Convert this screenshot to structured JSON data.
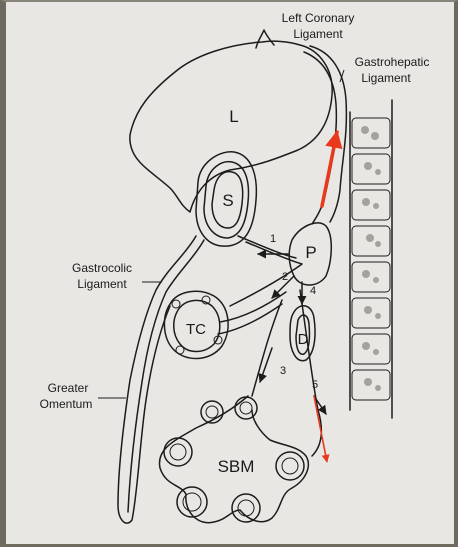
{
  "organs": {
    "liver": "L",
    "stomach": "S",
    "pancreas": "P",
    "transverse_colon": "TC",
    "duodenum": "D",
    "small_bowel_mesentery": "SBM"
  },
  "ligaments": {
    "left_coronary_line1": "Left Coronary",
    "left_coronary_line2": "Ligament",
    "gastrohepatic_line1": "Gastrohepatic",
    "gastrohepatic_line2": "Ligament",
    "gastrocolic_line1": "Gastrocolic",
    "gastrocolic_line2": "Ligament",
    "omentum_line1": "Greater",
    "omentum_line2": "Omentum"
  },
  "pathways": [
    "1",
    "2",
    "3",
    "4",
    "5"
  ],
  "colors": {
    "arrow_red": "#e8391d",
    "ink": "#1c1c1c",
    "background": "#e8e7e3"
  }
}
